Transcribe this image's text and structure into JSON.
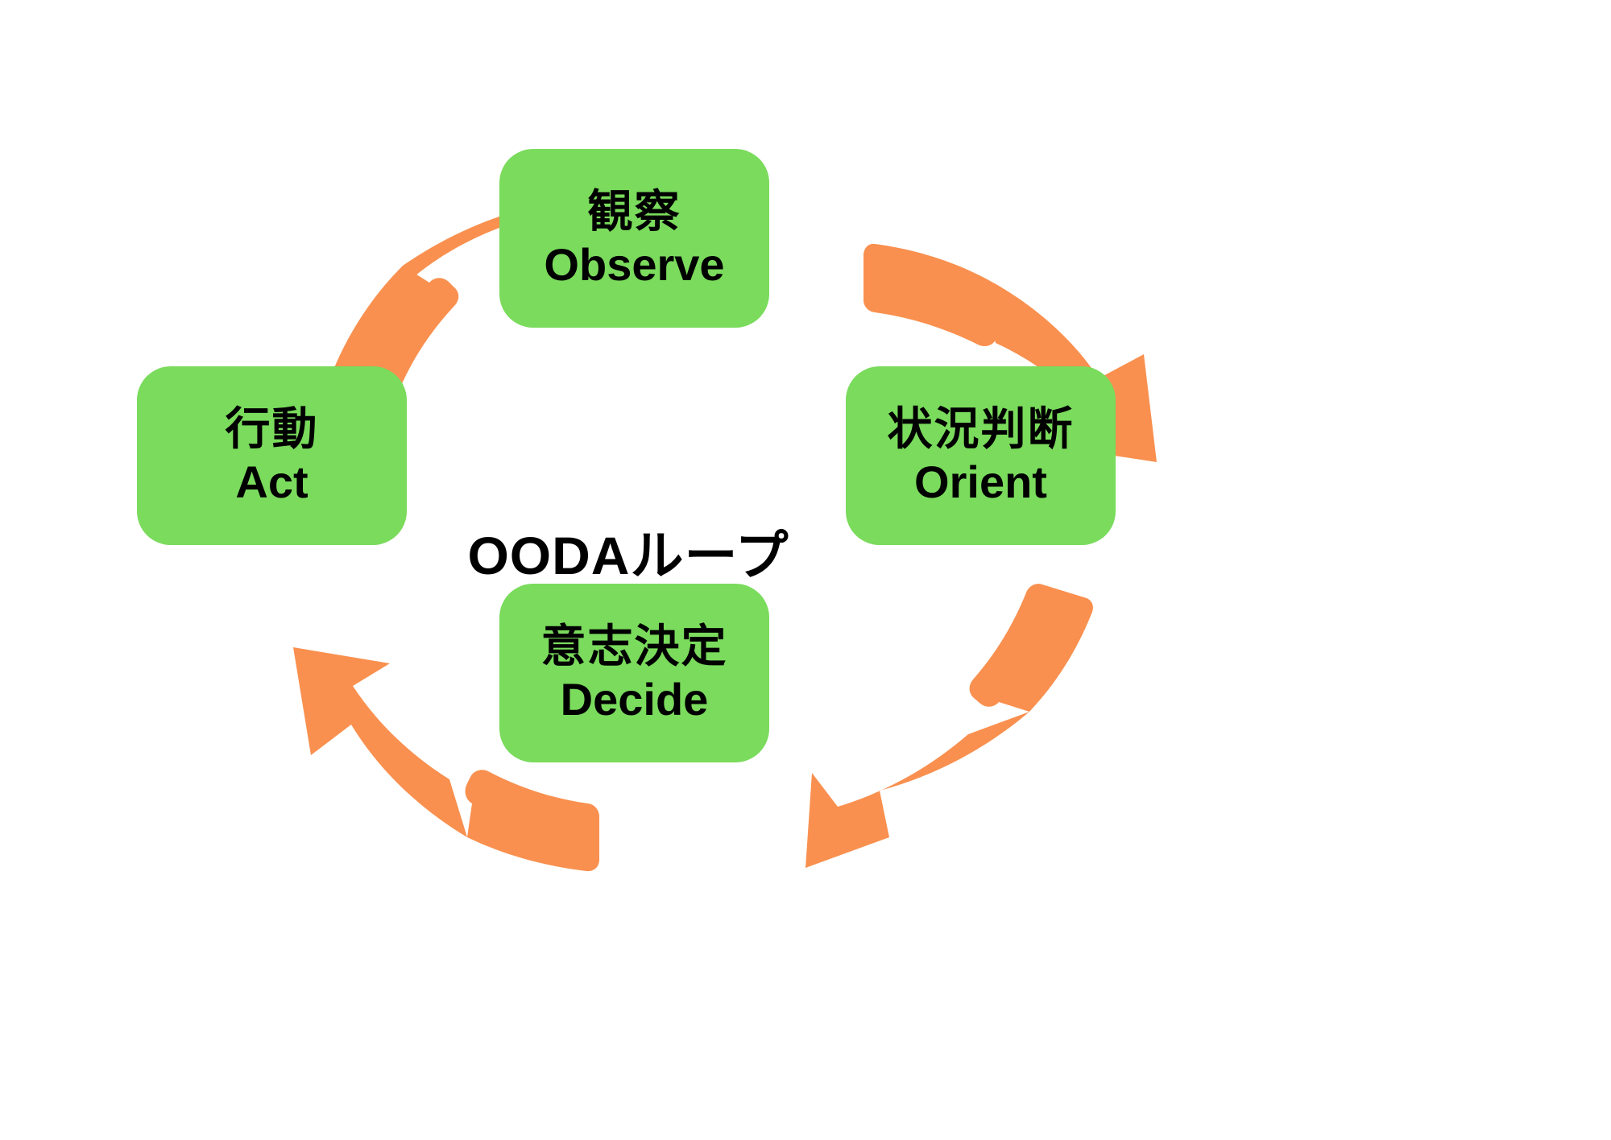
{
  "diagram": {
    "type": "cycle",
    "title": "OODAループ",
    "background_color": "#FFFFFF",
    "node_color": "#7ADB5C",
    "arrow_color": "#F9904F",
    "text_color": "#000000",
    "nodes": [
      {
        "id": "observe",
        "position": "top",
        "jp": "観察",
        "en": "Observe"
      },
      {
        "id": "orient",
        "position": "right",
        "jp": "状況判断",
        "en": "Orient"
      },
      {
        "id": "decide",
        "position": "bottom",
        "jp": "意志決定",
        "en": "Decide"
      },
      {
        "id": "act",
        "position": "left",
        "jp": "行動",
        "en": "Act"
      }
    ],
    "arrows": [
      {
        "id": "observe-to-orient",
        "from": "observe",
        "to": "orient",
        "icon": "curved-arrow-icon"
      },
      {
        "id": "orient-to-decide",
        "from": "orient",
        "to": "decide",
        "icon": "curved-arrow-icon"
      },
      {
        "id": "decide-to-act",
        "from": "decide",
        "to": "act",
        "icon": "curved-arrow-icon"
      },
      {
        "id": "act-to-observe",
        "from": "act",
        "to": "observe",
        "icon": "curved-arrow-icon"
      }
    ]
  }
}
